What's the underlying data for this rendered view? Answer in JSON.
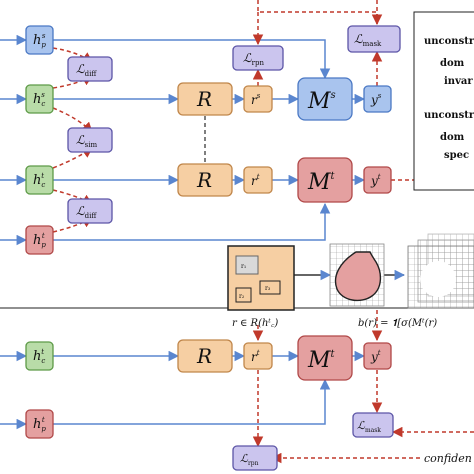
{
  "colors": {
    "blue_fill": "#a9c4ee",
    "blue_stroke": "#4a78c4",
    "green_fill": "#b9dca8",
    "green_stroke": "#5d9a47",
    "red_fill": "#e4a0a0",
    "red_stroke": "#b04848",
    "orange_fill": "#f6cfa3",
    "orange_stroke": "#c0864a",
    "purple_fill": "#cbc5ee",
    "purple_stroke": "#5c55a6",
    "arrow_blue": "#5a86cf",
    "arrow_red": "#c0392b"
  },
  "nodes": {
    "hs_p": {
      "base": "h",
      "sub": "p",
      "sup": "s"
    },
    "hs_c": {
      "base": "h",
      "sub": "c",
      "sup": "s"
    },
    "ht_c": {
      "base": "h",
      "sub": "c",
      "sup": "t"
    },
    "ht_p": {
      "base": "h",
      "sub": "p",
      "sup": "t"
    },
    "l_diff_1": {
      "base": "ℒ",
      "sub": "diff"
    },
    "l_sim": {
      "base": "ℒ",
      "sub": "sim"
    },
    "l_diff_2": {
      "base": "ℒ",
      "sub": "diff"
    },
    "l_rpn": {
      "base": "ℒ",
      "sub": "rpn"
    },
    "l_mask": {
      "base": "ℒ",
      "sub": "mask"
    },
    "R_s": {
      "base": "R"
    },
    "R_t": {
      "base": "R"
    },
    "r_s": {
      "base": "r",
      "sup": "s"
    },
    "r_t": {
      "base": "r",
      "sup": "t"
    },
    "M_s": {
      "base": "M",
      "sup": "s"
    },
    "M_t": {
      "base": "M",
      "sup": "t"
    },
    "y_s": {
      "base": "y",
      "sup": "s"
    },
    "y_t": {
      "base": "y",
      "sup": "t"
    },
    "b_ht_c": {
      "base": "h",
      "sub": "c",
      "sup": "t"
    },
    "b_ht_p": {
      "base": "h",
      "sub": "p",
      "sup": "t"
    },
    "b_R": {
      "base": "R"
    },
    "b_r_t": {
      "base": "r",
      "sup": "t"
    },
    "b_M_t": {
      "base": "M",
      "sup": "t"
    },
    "b_y_t": {
      "base": "y",
      "sup": "t"
    },
    "b_l_mask": {
      "base": "ℒ",
      "sub": "mask"
    },
    "b_l_rpn": {
      "base": "ℒ",
      "sub": "rpn"
    }
  },
  "legend": {
    "line1": "unconstr",
    "line2": "dom",
    "line3": "invar",
    "line4": "unconstr",
    "line5": "dom",
    "line6": "spec"
  },
  "inset": {
    "r1": "r₁",
    "r2": "r₂",
    "r3": "r₃",
    "caption_left": "r ∈ R(hᵗ꜀)",
    "caption_right": "b(r) = 𝟏[σ(Mᵗ(r)"
  },
  "footer": {
    "confidence_text": "confiden"
  }
}
